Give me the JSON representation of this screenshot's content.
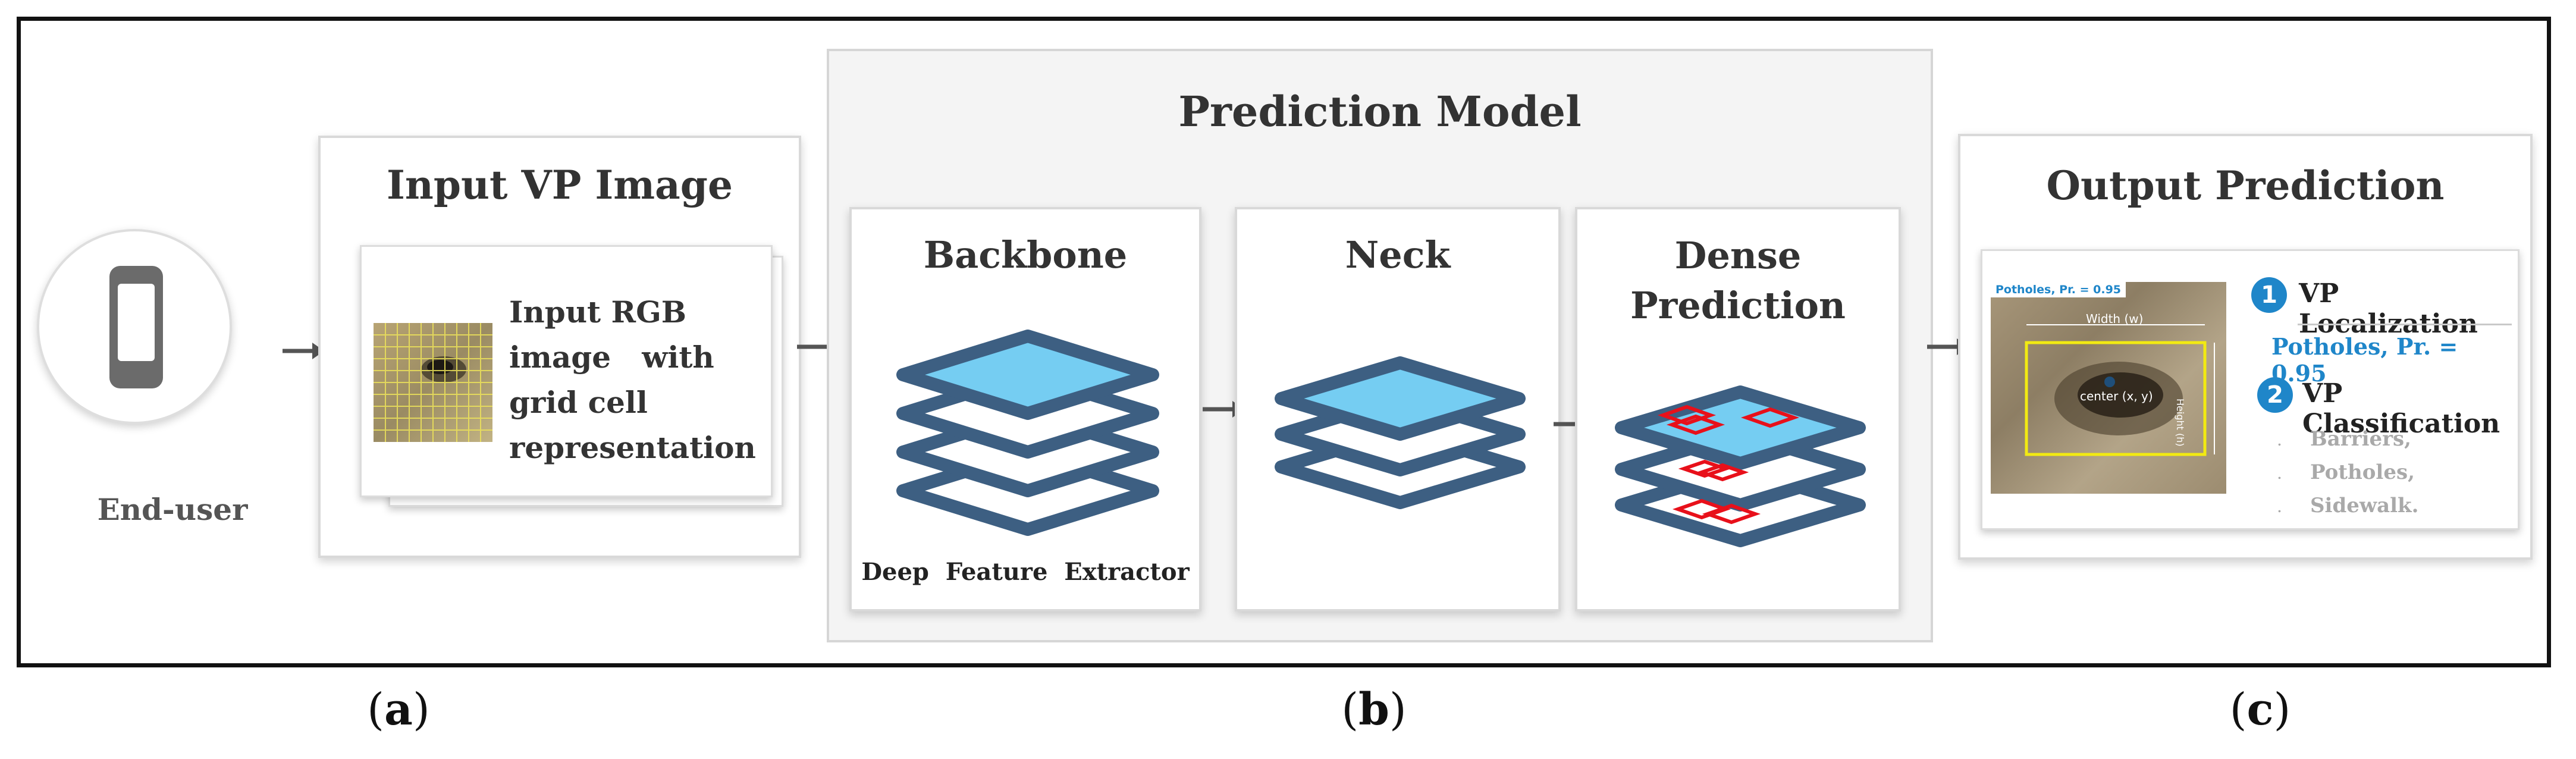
{
  "end_user": {
    "label": "End-user"
  },
  "input_panel": {
    "title": "Input VP Image",
    "description_lines": [
      "Input RGB",
      "image   with",
      "grid cell",
      "representation"
    ]
  },
  "prediction_model": {
    "title": "Prediction Model",
    "backbone": {
      "title": "Backbone",
      "subtitle": "Deep  Feature  Extractor"
    },
    "neck": {
      "title": "Neck"
    },
    "dense": {
      "title_lines": [
        "Dense",
        "Prediction"
      ]
    }
  },
  "output_panel": {
    "title": "Output Prediction",
    "image_label": "Potholes, Pr. = 0.95",
    "image_width_label": "Width (w)",
    "image_center_label": "center (x, y)",
    "image_height_label": "Height (h)",
    "step1": {
      "number": "1",
      "label": "VP Localization",
      "value": "Potholes, Pr. = 0.95"
    },
    "step2": {
      "number": "2",
      "label": "VP Classification",
      "items": [
        "Barriers,",
        "Potholes,",
        "Sidewalk."
      ]
    }
  },
  "captions": {
    "a": "a",
    "b": "b",
    "c": "c"
  },
  "colors": {
    "layer_fill": "#75cdf2",
    "layer_stroke": "#3d5f82",
    "accent_blue": "#1f86c9",
    "box_red": "#e8101a",
    "bbox_yellow": "#f2ea12"
  }
}
